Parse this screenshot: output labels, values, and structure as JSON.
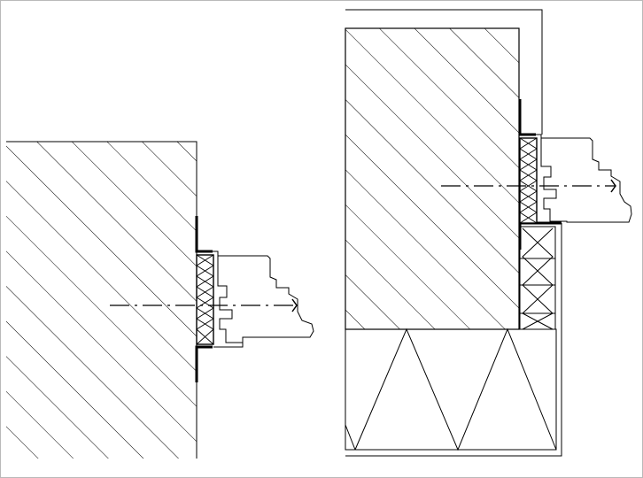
{
  "figure": {
    "views": [
      {
        "name": "left-section",
        "components": [
          "wall",
          "insulation-strip",
          "window-frame-profile",
          "axis-line"
        ]
      },
      {
        "name": "right-section",
        "components": [
          "wall",
          "insulation-strip",
          "window-frame-profile",
          "axis-line",
          "insulation-board",
          "outer-casing"
        ]
      }
    ],
    "colors": {
      "line": "#000000",
      "background": "#ffffff",
      "border": "#b9b9b9"
    }
  }
}
